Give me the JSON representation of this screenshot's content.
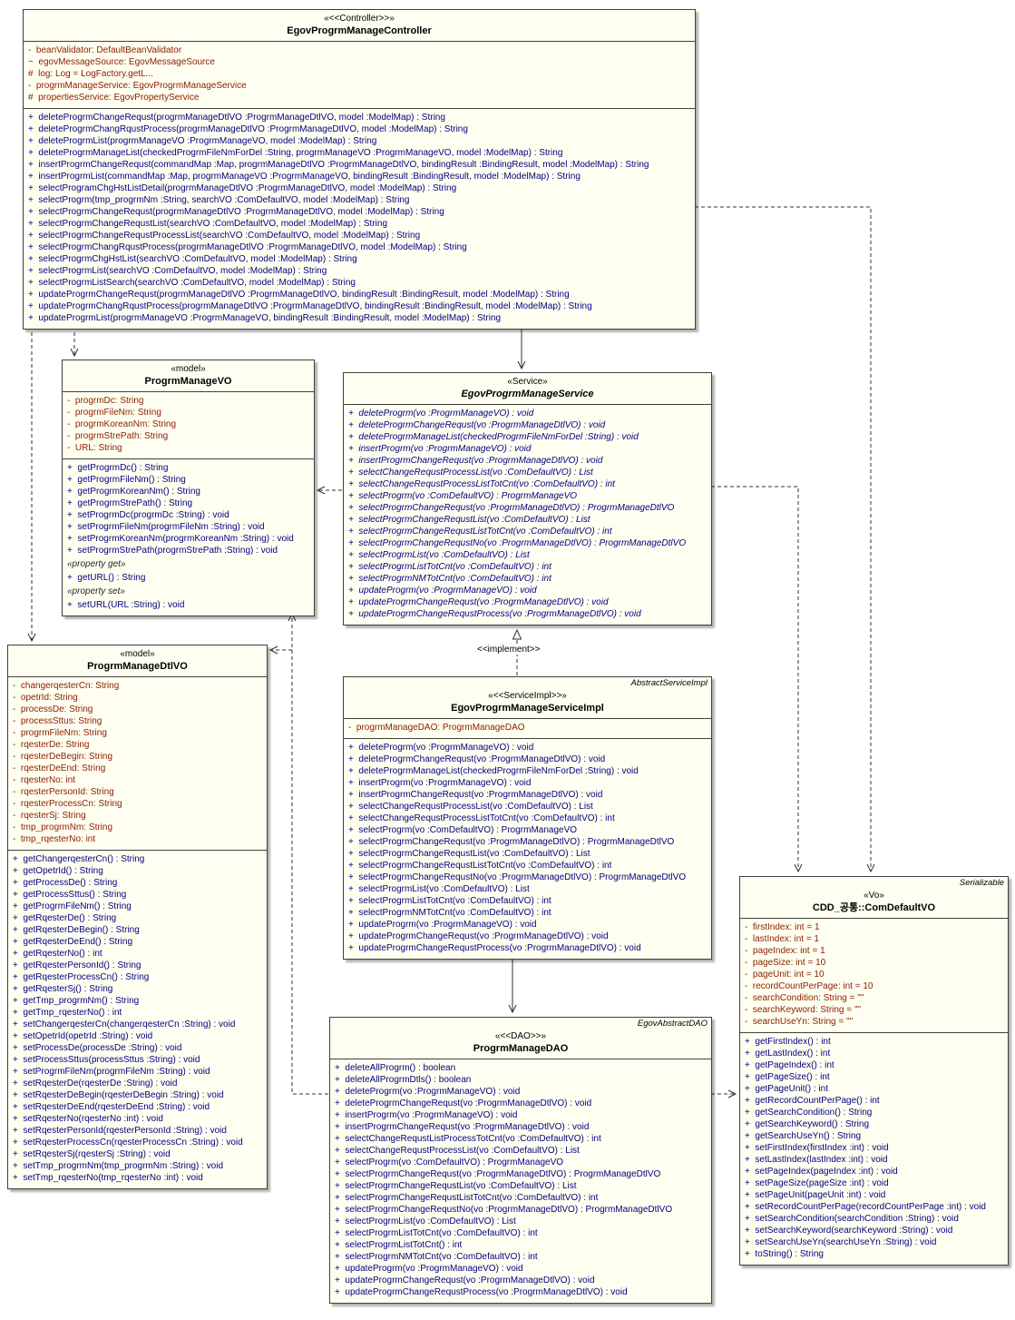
{
  "labels": {
    "implement": "<<implement>>"
  },
  "colors": {
    "box_fill": "#FFFFF1",
    "box_border": "#3F3F3F",
    "attribute_text": "#8B2000",
    "method_text": "#000080"
  },
  "classes": {
    "controller": {
      "stereotype": "«<<Controller>>»",
      "name": "EgovProgrmManageController",
      "attributes": [
        "-  beanValidator: DefaultBeanValidator",
        "~  egovMessageSource: EgovMessageSource",
        "#  log: Log = LogFactory.getL...",
        "-  progrmManageService: EgovProgrmManageService",
        "#  propertiesService: EgovPropertyService"
      ],
      "methods": [
        "+  deleteProgrmChangeRequst(progrmManageDtlVO :ProgrmManageDtlVO, model :ModelMap) : String",
        "+  deleteProgrmChangRqustProcess(progrmManageDtlVO :ProgrmManageDtlVO, model :ModelMap) : String",
        "+  deleteProgrmList(progrmManageVO :ProgrmManageVO, model :ModelMap) : String",
        "+  deleteProgrmManageList(checkedProgrmFileNmForDel :String, progrmManageVO :ProgrmManageVO, model :ModelMap) : String",
        "+  insertProgrmChangeRequst(commandMap :Map, progrmManageDtlVO :ProgrmManageDtlVO, bindingResult :BindingResult, model :ModelMap) : String",
        "+  insertProgrmList(commandMap :Map, progrmManageVO :ProgrmManageVO, bindingResult :BindingResult, model :ModelMap) : String",
        "+  selectProgramChgHstListDetail(progrmManageDtlVO :ProgrmManageDtlVO, model :ModelMap) : String",
        "+  selectProgrm(tmp_progrmNm :String, searchVO :ComDefaultVO, model :ModelMap) : String",
        "+  selectProgrmChangeRequst(progrmManageDtlVO :ProgrmManageDtlVO, model :ModelMap) : String",
        "+  selectProgrmChangeRequstList(searchVO :ComDefaultVO, model :ModelMap) : String",
        "+  selectProgrmChangeRequstProcessList(searchVO :ComDefaultVO, model :ModelMap) : String",
        "+  selectProgrmChangRqustProcess(progrmManageDtlVO :ProgrmManageDtlVO, model :ModelMap) : String",
        "+  selectProgrmChgHstList(searchVO :ComDefaultVO, model :ModelMap) : String",
        "+  selectProgrmList(searchVO :ComDefaultVO, model :ModelMap) : String",
        "+  selectProgrmListSearch(searchVO :ComDefaultVO, model :ModelMap) : String",
        "+  updateProgrmChangeRequst(progrmManageDtlVO :ProgrmManageDtlVO, bindingResult :BindingResult, model :ModelMap) : String",
        "+  updateProgrmChangRqustProcess(progrmManageDtlVO :ProgrmManageDtlVO, bindingResult :BindingResult, model :ModelMap) : String",
        "+  updateProgrmList(progrmManageVO :ProgrmManageVO, bindingResult :BindingResult, model :ModelMap) : String"
      ]
    },
    "vo": {
      "stereotype": "«model»",
      "name": "ProgrmManageVO",
      "attributes": [
        "-  progrmDc: String",
        "-  progrmFileNm: String",
        "-  progrmKoreanNm: String",
        "-  progrmStrePath: String",
        "-  URL: String"
      ],
      "methods": [
        "+  getProgrmDc() : String",
        "+  getProgrmFileNm() : String",
        "+  getProgrmKoreanNm() : String",
        "+  getProgrmStrePath() : String",
        "+  setProgrmDc(progrmDc :String) : void",
        "+  setProgrmFileNm(progrmFileNm :String) : void",
        "+  setProgrmKoreanNm(progrmKoreanNm :String) : void",
        "+  setProgrmStrePath(progrmStrePath :String) : void",
        "«property get»",
        "+  getURL() : String",
        "«property set»",
        "+  setURL(URL :String) : void"
      ]
    },
    "service": {
      "stereotype": "«Service»",
      "name": "EgovProgrmManageService",
      "methods": [
        "+  deleteProgrm(vo :ProgrmManageVO) : void",
        "+  deleteProgrmChangeRequst(vo :ProgrmManageDtlVO) : void",
        "+  deleteProgrmManageList(checkedProgrmFileNmForDel :String) : void",
        "+  insertProgrm(vo :ProgrmManageVO) : void",
        "+  insertProgrmChangeRequst(vo :ProgrmManageDtlVO) : void",
        "+  selectChangeRequstProcessList(vo :ComDefaultVO) : List",
        "+  selectChangeRequstProcessListTotCnt(vo :ComDefaultVO) : int",
        "+  selectProgrm(vo :ComDefaultVO) : ProgrmManageVO",
        "+  selectProgrmChangeRequst(vo :ProgrmManageDtlVO) : ProgrmManageDtlVO",
        "+  selectProgrmChangeRequstList(vo :ComDefaultVO) : List",
        "+  selectProgrmChangeRequstListTotCnt(vo :ComDefaultVO) : int",
        "+  selectProgrmChangeRequstNo(vo :ProgrmManageDtlVO) : ProgrmManageDtlVO",
        "+  selectProgrmList(vo :ComDefaultVO) : List",
        "+  selectProgrmListTotCnt(vo :ComDefaultVO) : int",
        "+  selectProgrmNMTotCnt(vo :ComDefaultVO) : int",
        "+  updateProgrm(vo :ProgrmManageVO) : void",
        "+  updateProgrmChangeRequst(vo :ProgrmManageDtlVO) : void",
        "+  updateProgrmChangeRequstProcess(vo :ProgrmManageDtlVO) : void"
      ]
    },
    "dtlvo": {
      "stereotype": "«model»",
      "name": "ProgrmManageDtlVO",
      "attributes": [
        "-  changerqesterCn: String",
        "-  opetrId: String",
        "-  processDe: String",
        "-  processSttus: String",
        "-  progrmFileNm: String",
        "-  rqesterDe: String",
        "-  rqesterDeBegin: String",
        "-  rqesterDeEnd: String",
        "-  rqesterNo: int",
        "-  rqesterPersonId: String",
        "-  rqesterProcessCn: String",
        "-  rqesterSj: String",
        "-  tmp_progrmNm: String",
        "-  tmp_rqesterNo: int"
      ],
      "methods": [
        "+  getChangerqesterCn() : String",
        "+  getOpetrId() : String",
        "+  getProcessDe() : String",
        "+  getProcessSttus() : String",
        "+  getProgrmFileNm() : String",
        "+  getRqesterDe() : String",
        "+  getRqesterDeBegin() : String",
        "+  getRqesterDeEnd() : String",
        "+  getRqesterNo() : int",
        "+  getRqesterPersonId() : String",
        "+  getRqesterProcessCn() : String",
        "+  getRqesterSj() : String",
        "+  getTmp_progrmNm() : String",
        "+  getTmp_rqesterNo() : int",
        "+  setChangerqesterCn(changerqesterCn :String) : void",
        "+  setOpetrId(opetrId :String) : void",
        "+  setProcessDe(processDe :String) : void",
        "+  setProcessSttus(processSttus :String) : void",
        "+  setProgrmFileNm(progrmFileNm :String) : void",
        "+  setRqesterDe(rqesterDe :String) : void",
        "+  setRqesterDeBegin(rqesterDeBegin :String) : void",
        "+  setRqesterDeEnd(rqesterDeEnd :String) : void",
        "+  setRqesterNo(rqesterNo :int) : void",
        "+  setRqesterPersonId(rqesterPersonId :String) : void",
        "+  setRqesterProcessCn(rqesterProcessCn :String) : void",
        "+  setRqesterSj(rqesterSj :String) : void",
        "+  setTmp_progrmNm(tmp_progrmNm :String) : void",
        "+  setTmp_rqesterNo(tmp_rqesterNo :int) : void"
      ]
    },
    "impl": {
      "corner": "AbstractServiceImpl",
      "stereotype": "«<<ServiceImpl>>»",
      "name": "EgovProgrmManageServiceImpl",
      "attributes": [
        "-  progrmManageDAO: ProgrmManageDAO"
      ],
      "methods": [
        "+  deleteProgrm(vo :ProgrmManageVO) : void",
        "+  deleteProgrmChangeRequst(vo :ProgrmManageDtlVO) : void",
        "+  deleteProgrmManageList(checkedProgrmFileNmForDel :String) : void",
        "+  insertProgrm(vo :ProgrmManageVO) : void",
        "+  insertProgrmChangeRequst(vo :ProgrmManageDtlVO) : void",
        "+  selectChangeRequstProcessList(vo :ComDefaultVO) : List",
        "+  selectChangeRequstProcessListTotCnt(vo :ComDefaultVO) : int",
        "+  selectProgrm(vo :ComDefaultVO) : ProgrmManageVO",
        "+  selectProgrmChangeRequst(vo :ProgrmManageDtlVO) : ProgrmManageDtlVO",
        "+  selectProgrmChangeRequstList(vo :ComDefaultVO) : List",
        "+  selectProgrmChangeRequstListTotCnt(vo :ComDefaultVO) : int",
        "+  selectProgrmChangeRequstNo(vo :ProgrmManageDtlVO) : ProgrmManageDtlVO",
        "+  selectProgrmList(vo :ComDefaultVO) : List",
        "+  selectProgrmListTotCnt(vo :ComDefaultVO) : int",
        "+  selectProgrmNMTotCnt(vo :ComDefaultVO) : int",
        "+  updateProgrm(vo :ProgrmManageVO) : void",
        "+  updateProgrmChangeRequst(vo :ProgrmManageDtlVO) : void",
        "+  updateProgrmChangeRequstProcess(vo :ProgrmManageDtlVO) : void"
      ]
    },
    "dao": {
      "corner": "EgovAbstractDAO",
      "stereotype": "«<<DAO>>»",
      "name": "ProgrmManageDAO",
      "methods": [
        "+  deleteAllProgrm() : boolean",
        "+  deleteAllProgrmDtls() : boolean",
        "+  deleteProgrm(vo :ProgrmManageVO) : void",
        "+  deleteProgrmChangeRequst(vo :ProgrmManageDtlVO) : void",
        "+  insertProgrm(vo :ProgrmManageVO) : void",
        "+  insertProgrmChangeRequst(vo :ProgrmManageDtlVO) : void",
        "+  selectChangeRequstListProcessTotCnt(vo :ComDefaultVO) : int",
        "+  selectChangeRequstProcessList(vo :ComDefaultVO) : List",
        "+  selectProgrm(vo :ComDefaultVO) : ProgrmManageVO",
        "+  selectProgrmChangeRequst(vo :ProgrmManageDtlVO) : ProgrmManageDtlVO",
        "+  selectProgrmChangeRequstList(vo :ComDefaultVO) : List",
        "+  selectProgrmChangeRequstListTotCnt(vo :ComDefaultVO) : int",
        "+  selectProgrmChangeRequstNo(vo :ProgrmManageDtlVO) : ProgrmManageDtlVO",
        "+  selectProgrmList(vo :ComDefaultVO) : List",
        "+  selectProgrmListTotCnt(vo :ComDefaultVO) : int",
        "+  selectProgrmListTotCnt() : int",
        "+  selectProgrmNMTotCnt(vo :ComDefaultVO) : int",
        "+  updateProgrm(vo :ProgrmManageVO) : void",
        "+  updateProgrmChangeRequst(vo :ProgrmManageDtlVO) : void",
        "+  updateProgrmChangeRequstProcess(vo :ProgrmManageDtlVO) : void"
      ]
    },
    "comvo": {
      "corner": "Serializable",
      "stereotype": "«Vo»",
      "name": "CDD_공통::ComDefaultVO",
      "attributes": [
        "-  firstIndex: int = 1",
        "-  lastIndex: int = 1",
        "-  pageIndex: int = 1",
        "-  pageSize: int = 10",
        "-  pageUnit: int = 10",
        "-  recordCountPerPage: int = 10",
        "-  searchCondition: String = \"\"",
        "-  searchKeyword: String = \"\"",
        "-  searchUseYn: String = \"\""
      ],
      "methods": [
        "+  getFirstIndex() : int",
        "+  getLastIndex() : int",
        "+  getPageIndex() : int",
        "+  getPageSize() : int",
        "+  getPageUnit() : int",
        "+  getRecordCountPerPage() : int",
        "+  getSearchCondition() : String",
        "+  getSearchKeyword() : String",
        "+  getSearchUseYn() : String",
        "+  setFirstIndex(firstIndex :int) : void",
        "+  setLastIndex(lastIndex :int) : void",
        "+  setPageIndex(pageIndex :int) : void",
        "+  setPageSize(pageSize :int) : void",
        "+  setPageUnit(pageUnit :int) : void",
        "+  setRecordCountPerPage(recordCountPerPage :int) : void",
        "+  setSearchCondition(searchCondition :String) : void",
        "+  setSearchKeyword(searchKeyword :String) : void",
        "+  setSearchUseYn(searchUseYn :String) : void",
        "+  toString() : String"
      ]
    }
  }
}
